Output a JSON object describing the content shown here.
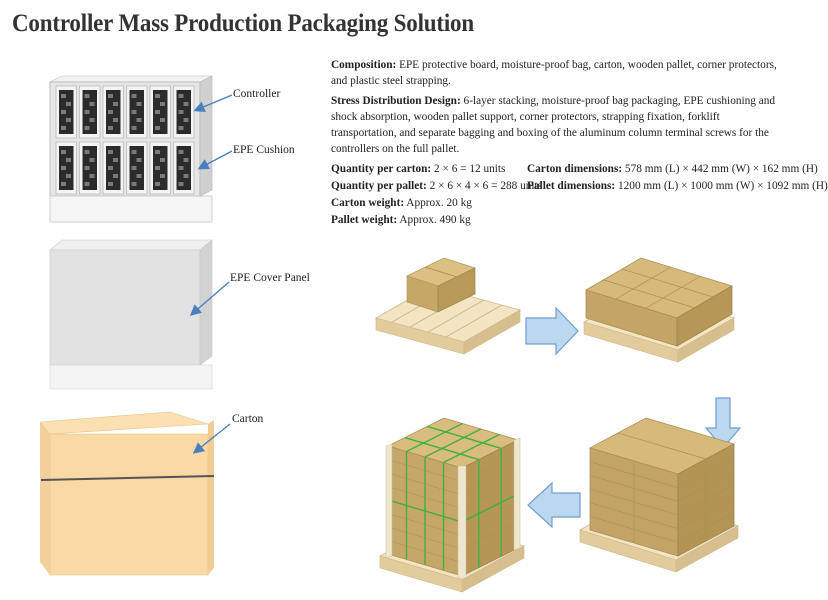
{
  "title": "Controller Mass Production Packaging Solution",
  "composition": {
    "label": "Composition:",
    "text": " EPE protective board, moisture-proof bag, carton, wooden pallet, corner protectors, and plastic steel strapping."
  },
  "stress": {
    "label": "Stress Distribution Design:",
    "text": " 6-layer stacking, moisture-proof bag packaging, EPE cushioning and shock absorption, wooden pallet support, corner protectors, strapping fixation, forklift transportation, and separate bagging and boxing of the aluminum column terminal screws for the controllers on the full pallet."
  },
  "specs": {
    "qty_carton_label": "Quantity per carton:",
    "qty_carton_value": " 2 × 6 = 12 units",
    "carton_dim_label": "Carton dimensions:",
    "carton_dim_value": " 578 mm (L) × 442 mm (W) × 162 mm (H)",
    "qty_pallet_label": "Quantity per pallet:",
    "qty_pallet_value": " 2 × 6 × 4 × 6 = 288 units",
    "pallet_dim_label": "Pallet dimensions:",
    "pallet_dim_value": " 1200 mm (L) × 1000 mm (W) × 1092 mm (H)",
    "carton_weight_label": "Carton weight:",
    "carton_weight_value": " Approx. 20 kg",
    "pallet_weight_label": "Pallet weight:",
    "pallet_weight_value": " Approx. 490 kg"
  },
  "labels": {
    "controller": "Controller",
    "epe_cushion": "EPE Cushion",
    "epe_cover": "EPE Cover Panel",
    "carton": "Carton"
  },
  "colors": {
    "carton_top": "#d4b577",
    "carton_side": "#b99a5b",
    "pallet": "#eedcb4",
    "arrow": "#9cc3e6",
    "label_arrow": "#4a7fbf",
    "strap": "#3fb23a",
    "epe": "#e3e3e3"
  }
}
